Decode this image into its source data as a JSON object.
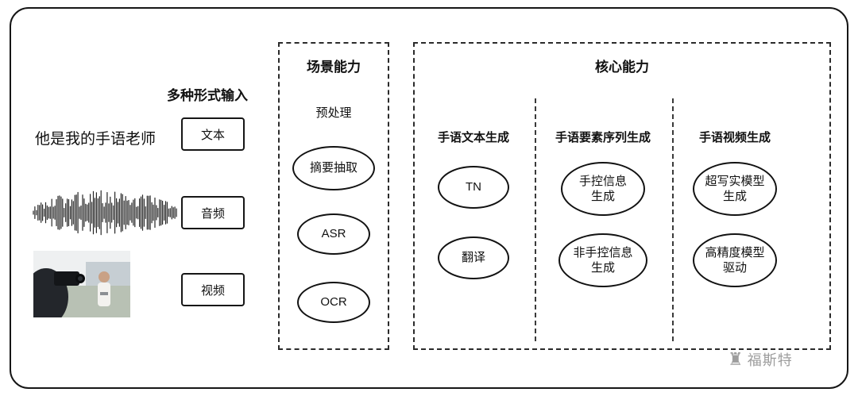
{
  "input_section": {
    "title": "多种形式输入",
    "text_example": "他是我的手语老师",
    "labels": {
      "text": "文本",
      "audio": "音频",
      "video": "视频"
    }
  },
  "scene_panel": {
    "title": "场景能力",
    "subtitle": "预处理",
    "nodes": [
      "摘要抽取",
      "ASR",
      "OCR"
    ]
  },
  "core_panel": {
    "title": "核心能力",
    "columns": [
      {
        "title": "手语文本生成",
        "nodes": [
          "TN",
          "翻译"
        ]
      },
      {
        "title": "手语要素序列生成",
        "nodes": [
          "手控信息\n生成",
          "非手控信息\n生成"
        ]
      },
      {
        "title": "手语视频生成",
        "nodes": [
          "超写实模型\n生成",
          "高精度模型\n驱动"
        ]
      }
    ]
  },
  "watermark": {
    "icon": "♜",
    "text": "福斯特"
  }
}
